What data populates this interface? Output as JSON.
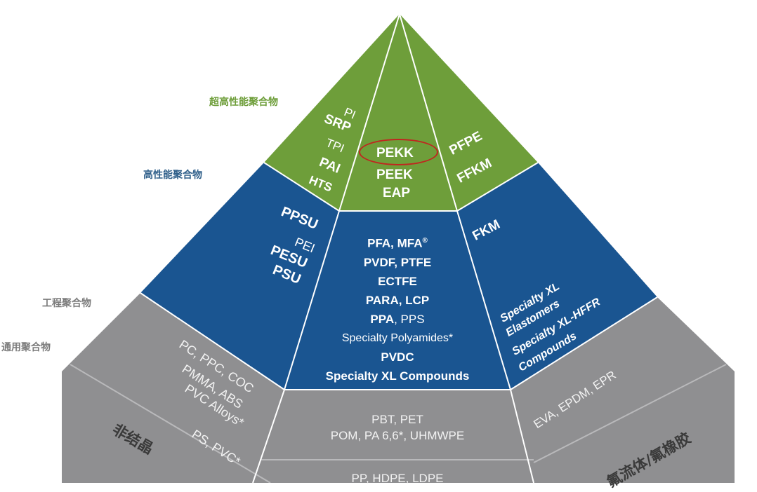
{
  "tiers": {
    "ultra": "超高性能聚合物",
    "high": "高性能聚合物",
    "engineering": "工程聚合物",
    "general": "通用聚合物"
  },
  "sides": {
    "amorphous": "非结晶",
    "fluoro": "氟流体/氟橡胶"
  },
  "green_left": [
    "PI",
    "SRP",
    "TPI",
    "PAI",
    "HTS"
  ],
  "green_center": [
    "PEKK",
    "PEEK",
    "EAP"
  ],
  "green_right": [
    "PFPE",
    "FFKM"
  ],
  "blue_left": [
    "PPSU",
    "PEI",
    "PESU",
    "PSU"
  ],
  "blue_center": {
    "line1": "PFA, MFA",
    "line1_sup": "®",
    "line2": "PVDF, PTFE",
    "line3": "ECTFE",
    "line4": "PARA, LCP",
    "line5_bold": "PPA",
    "line5_rest": ", PPS",
    "line6": "Specialty Polyamides*",
    "line7": "PVDC",
    "line8": "Specialty XL Compounds"
  },
  "blue_right": {
    "fkm": "FKM",
    "sxl1": "Specialty XL",
    "sxl2": "Elastomers",
    "sxl3": "Specialty XL-HFFR",
    "sxl4": "Compounds"
  },
  "grey_left": {
    "l1": "PC, PPC, COC",
    "l2": "PMMA, ABS",
    "l3": "PVC Alloys*",
    "l4": "PS, PVC*"
  },
  "grey_center": {
    "l1": "PBT, PET",
    "l2": "POM, PA 6,6*, UHMWPE",
    "l3": "PP, HDPE, LDPE"
  },
  "grey_right": {
    "l1": "EVA, EPDM, EPR"
  },
  "colors": {
    "green": "#6e9e3a",
    "blue": "#1a5591",
    "grey": "#8f8f91",
    "highlight": "#c0261f"
  }
}
